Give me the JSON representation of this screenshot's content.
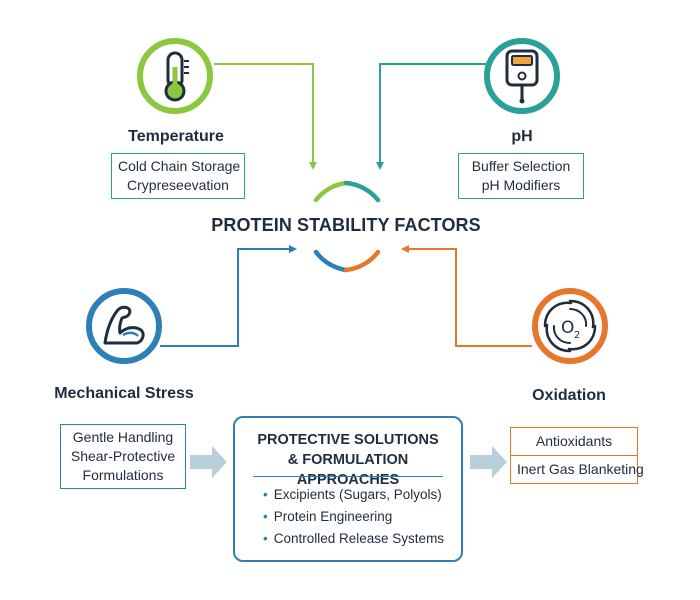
{
  "center": {
    "title": "PROTEIN STABILITY FACTORS"
  },
  "factors": [
    {
      "key": "temperature",
      "title": "Temperature",
      "items": [
        "Cold Chain Storage",
        "Crypreseevation"
      ],
      "color": "#8dc63f",
      "icon": "thermometer-icon"
    },
    {
      "key": "ph",
      "title": "pH",
      "items": [
        "Buffer Selection",
        "pH Modifiers"
      ],
      "color": "#2aa198",
      "icon": "ph-meter-icon"
    },
    {
      "key": "mechanical",
      "title": "Mechanical Stress",
      "items": [
        "Gentle Handling",
        "Shear-Protective",
        "Formulations"
      ],
      "color": "#2d7fb8",
      "icon": "flexed-arm-icon"
    },
    {
      "key": "oxidation",
      "title": "Oxidation",
      "items": [
        "Antioxidants",
        "Inert Gas Blanketing"
      ],
      "color": "#e8772e",
      "icon": "o2-swirl-icon"
    }
  ],
  "solutions": {
    "title": [
      "PROTECTIVE SOLUTIONS",
      "& FORMULATION APPROACHES"
    ],
    "items": [
      "Excipients (Sugars, Polyols)",
      "Protein Engineering",
      "Controlled Release Systems"
    ]
  },
  "colors": {
    "accent": "#2d7fb8",
    "flow_arrow": "#b9cfdc"
  }
}
